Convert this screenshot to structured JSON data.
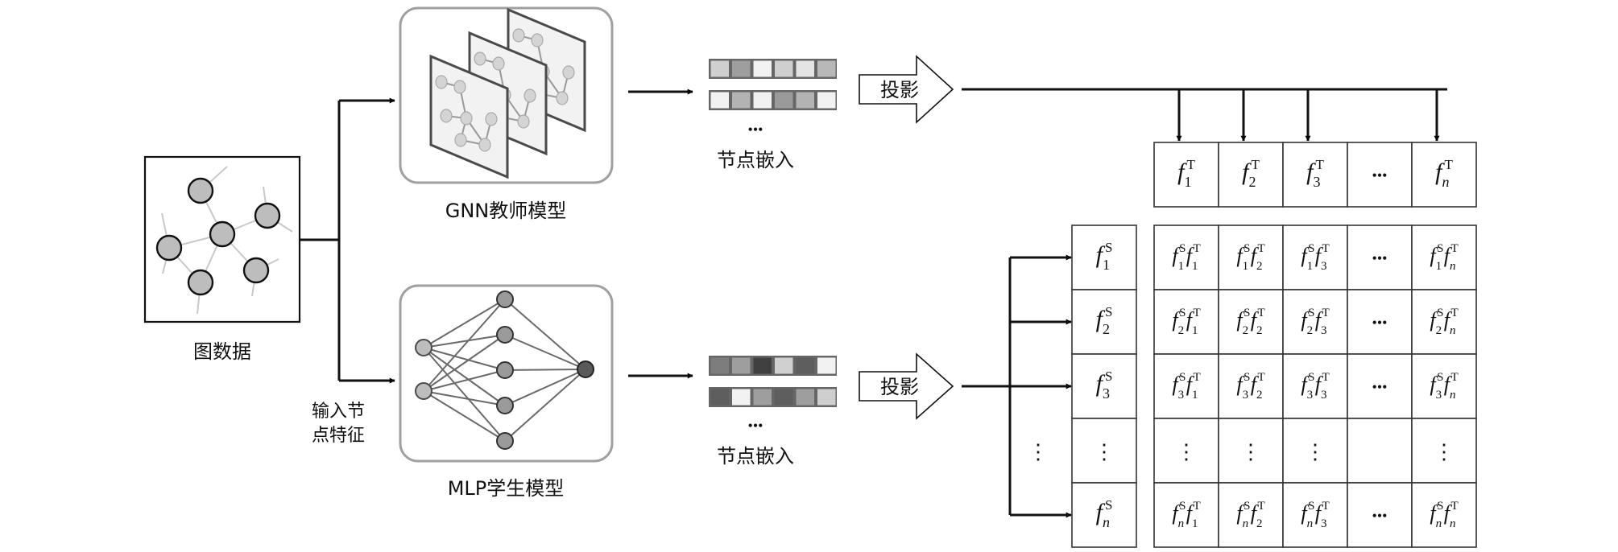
{
  "graph_data": {
    "label": "图数据",
    "nodes": 6
  },
  "input_feature_label_line1": "输入节",
  "input_feature_label_line2": "点特征",
  "teacher": {
    "label": "GNN教师模型",
    "layers": 3
  },
  "student": {
    "label": "MLP学生模型",
    "input_nodes": 2,
    "hidden_nodes": 5,
    "output_nodes": 1
  },
  "teacher_embedding": {
    "label": "节点嵌入",
    "ellipsis": "•••",
    "rows": [
      [
        "#cfcfcf",
        "#9e9e9e",
        "#f2f2f2",
        "#cfcfcf",
        "#e4e4e4",
        "#b8b8b8"
      ],
      [
        "#f2f2f2",
        "#b3b3b3",
        "#f2f2f2",
        "#9a9a9a",
        "#b3b3b3",
        "#f2f2f2"
      ]
    ]
  },
  "student_embedding": {
    "label": "节点嵌入",
    "ellipsis": "•••",
    "rows": [
      [
        "#7d7d7d",
        "#9e9e9e",
        "#404040",
        "#d0d0d0",
        "#5e5e5e",
        "#f2f2f2"
      ],
      [
        "#5e5e5e",
        "#f2f2f2",
        "#9e9e9e",
        "#5e5e5e",
        "#9e9e9e",
        "#cfcfcf"
      ]
    ]
  },
  "projection_label": "投影",
  "teacher_features": {
    "superscript": "T",
    "cells": [
      {
        "base": "f",
        "sub": "1"
      },
      {
        "base": "f",
        "sub": "2"
      },
      {
        "base": "f",
        "sub": "3"
      },
      {
        "ellipsis": "•••"
      },
      {
        "base": "f",
        "sub": "n"
      }
    ]
  },
  "student_features": {
    "superscript": "S",
    "cells": [
      {
        "base": "f",
        "sub": "1"
      },
      {
        "base": "f",
        "sub": "2"
      },
      {
        "base": "f",
        "sub": "3"
      },
      {
        "ellipsis": "⋮"
      },
      {
        "base": "f",
        "sub": "n"
      }
    ],
    "left_ellipsis": "⋮"
  },
  "similarity_matrix": {
    "row_subs": [
      "1",
      "2",
      "3",
      null,
      "n"
    ],
    "col_subs": [
      "1",
      "2",
      "3",
      null,
      "n"
    ],
    "h_ellipsis": "•••",
    "v_ellipsis": "⋮"
  }
}
